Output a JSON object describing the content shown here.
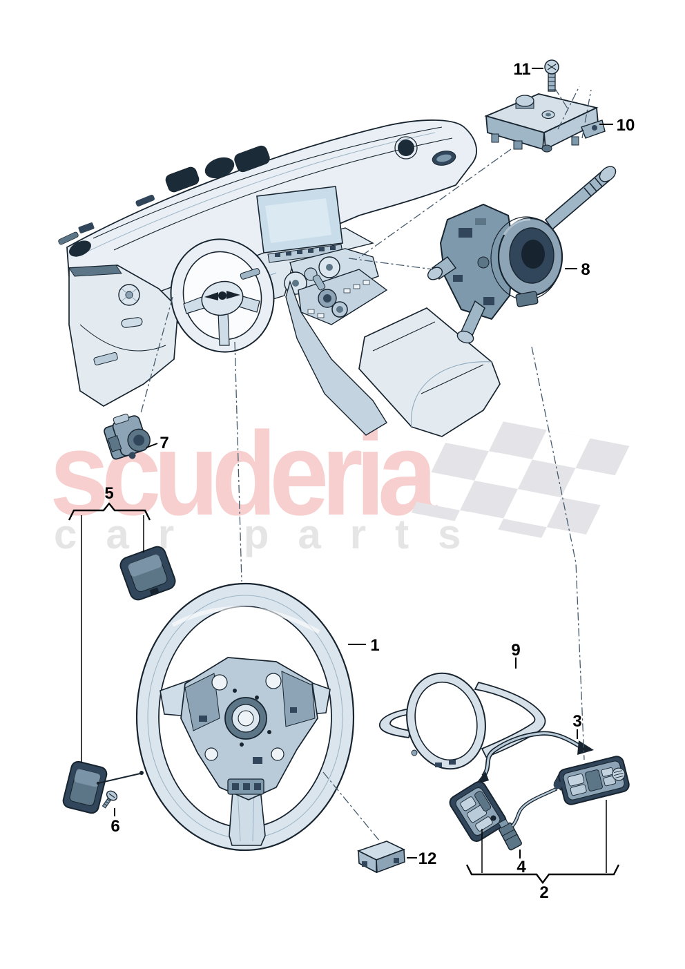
{
  "watermark": {
    "brand": "scuderia",
    "subtitle": "car parts",
    "brand_color": "#f7cfcf",
    "subtitle_color": "#e5e5e5",
    "flag_color": "#e4e4e8"
  },
  "diagram": {
    "line_color": "#17242f",
    "fill_light": "#e9eff4",
    "fill_medium": "#b9cbd8",
    "fill_dark": "#31465a",
    "labels": [
      {
        "number": "1",
        "part": "steering-wheel"
      },
      {
        "number": "2",
        "part": "multifunction-switch-set"
      },
      {
        "number": "3",
        "part": "wiring-harness"
      },
      {
        "number": "4",
        "part": "connector"
      },
      {
        "number": "5",
        "part": "shift-paddle-set"
      },
      {
        "number": "6",
        "part": "paddle-screw"
      },
      {
        "number": "7",
        "part": "switch"
      },
      {
        "number": "8",
        "part": "steering-column-switch"
      },
      {
        "number": "9",
        "part": "steering-wheel-trim"
      },
      {
        "number": "10",
        "part": "control-module"
      },
      {
        "number": "11",
        "part": "module-screw"
      },
      {
        "number": "12",
        "part": "control-unit"
      }
    ]
  }
}
